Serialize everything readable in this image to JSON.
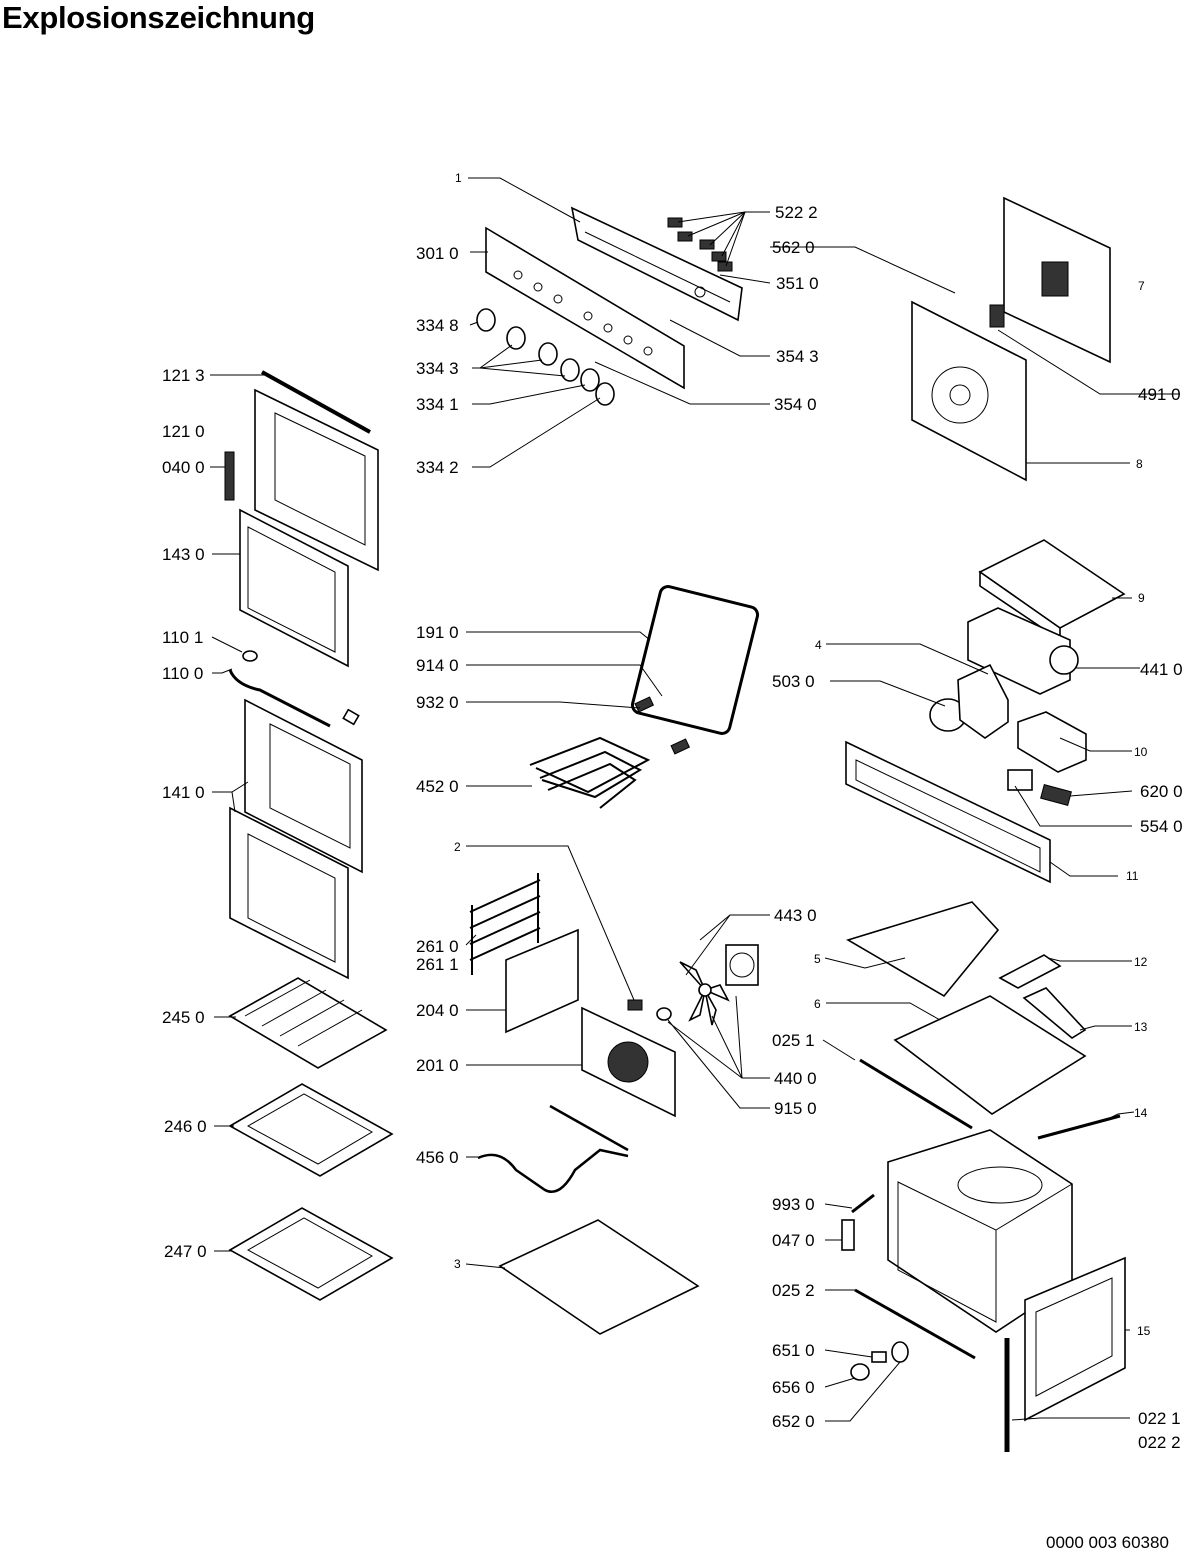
{
  "title": "Explosionszeichnung",
  "document_number": "0000 003 60380",
  "labels": {
    "l1": "1",
    "l5222": "522 2",
    "l3010": "301 0",
    "l5620": "562 0",
    "l3510": "351 0",
    "l7": "7",
    "l3348": "334 8",
    "l3543": "354 3",
    "l1213": "121 3",
    "l3343": "334 3",
    "l4910": "491 0",
    "l1210": "121 0",
    "l3341": "334 1",
    "l3540": "354 0",
    "l0400": "040 0",
    "l3342": "334 2",
    "l8": "8",
    "l1430": "143 0",
    "l9": "9",
    "l1101": "110 1",
    "l1910": "191 0",
    "l4": "4",
    "l4410": "441 0",
    "l1100": "110 0",
    "l9140": "914 0",
    "l5030": "503 0",
    "l9320": "932 0",
    "l10": "10",
    "l1410": "141 0",
    "l4520": "452 0",
    "l6200": "620 0",
    "l5540": "554 0",
    "l2": "2",
    "l11": "11",
    "l4430": "443 0",
    "l2610": "261 0",
    "l2611": "261 1",
    "l5": "5",
    "l12": "12",
    "l2450": "245 0",
    "l2040": "204 0",
    "l6": "6",
    "l13": "13",
    "l0251": "025 1",
    "l2010": "201 0",
    "l4400": "440 0",
    "l9150": "915 0",
    "l2460": "246 0",
    "l14": "14",
    "l4560": "456 0",
    "l9930": "993 0",
    "l0470": "047 0",
    "l2470": "247 0",
    "l3": "3",
    "l0252": "025 2",
    "l15": "15",
    "l6510": "651 0",
    "l6560": "656 0",
    "l6520": "652 0",
    "l0221": "022 1",
    "l0222": "022 2"
  }
}
